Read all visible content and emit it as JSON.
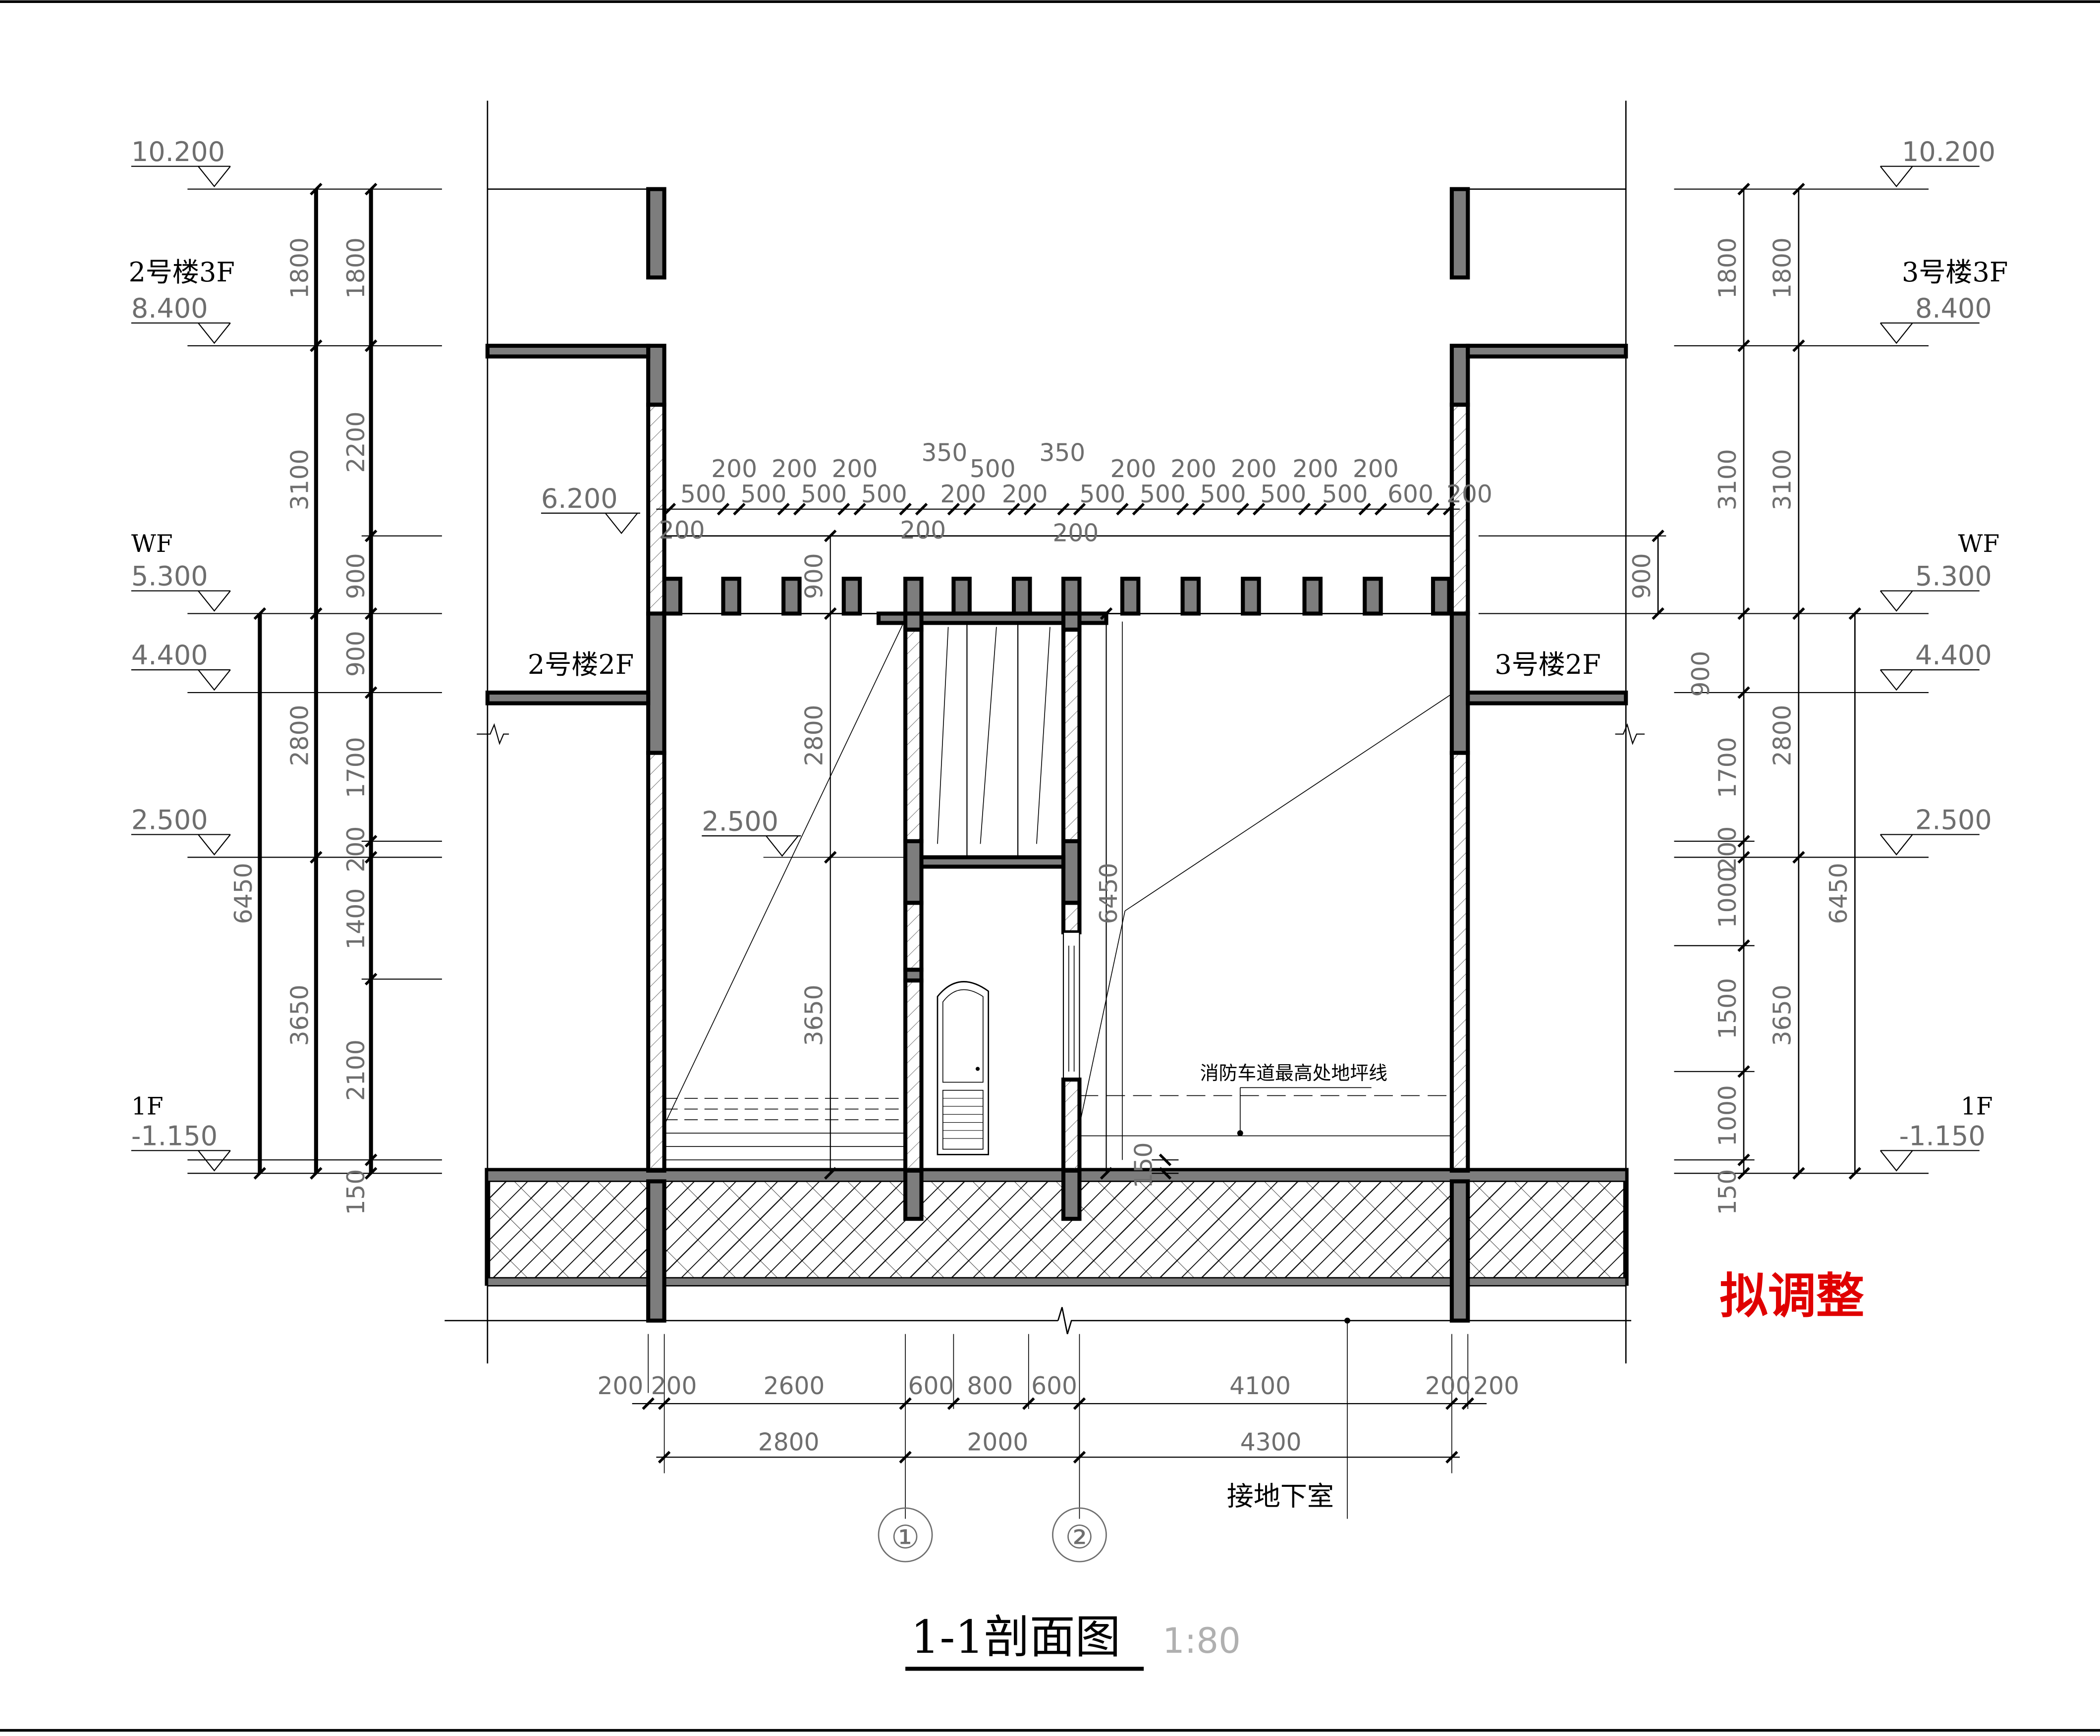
{
  "drawing_title": "1-1剖面图",
  "scale": "1:80",
  "stamp": "拟调整",
  "colors": {
    "stamp": "#e00000",
    "line": "#000000",
    "dim_text": "#6e6e6e",
    "concrete": "#7d7d7d"
  },
  "left_levels": {
    "l10200": "10.200",
    "floor3": "2号楼3F",
    "l8400": "8.400",
    "wf": "WF",
    "l5300": "5.300",
    "l4400": "4.400",
    "l2500": "2.500",
    "f1": "1F",
    "l_1150": "-1.150"
  },
  "right_levels": {
    "l10200": "10.200",
    "floor3": "3号楼3F",
    "l8400": "8.400",
    "wf": "WF",
    "l5300": "5.300",
    "l4400": "4.400",
    "l2500": "2.500",
    "f1": "1F",
    "l_1150": "-1.150"
  },
  "floor_labels": {
    "left2f": "2号楼2F",
    "right2f": "3号楼2F"
  },
  "center_levels": {
    "l6200": "6.200",
    "l2500": "2.500"
  },
  "left_dims": {
    "inner": [
      "1800",
      "2200",
      "900",
      "900",
      "1700",
      "200",
      "1400",
      "2100",
      "150"
    ],
    "mid": [
      "1800",
      "3100",
      "2800",
      "3650"
    ],
    "outer": [
      "6450"
    ]
  },
  "right_dims": {
    "inner": [
      "1800",
      "3100",
      "900",
      "1700",
      "200",
      "1000",
      "1500",
      "1000",
      "150"
    ],
    "mid": [
      "1800",
      "3100",
      "2800",
      "3650"
    ],
    "outer": [
      "6450"
    ],
    "side900": "900"
  },
  "center_dims": {
    "d900": "900",
    "d2800": "2800",
    "d3650": "3650",
    "d6450": "6450",
    "d150": "150",
    "top_row1": [
      "200",
      "200",
      "200",
      "350",
      "500",
      "350",
      "200",
      "200",
      "200",
      "200",
      "200"
    ],
    "top_row2": [
      "500",
      "500",
      "500",
      "500",
      "200",
      "200",
      "500",
      "500",
      "500",
      "500",
      "500",
      "600",
      "200"
    ],
    "top_row3": [
      "200",
      "200",
      "200"
    ]
  },
  "bottom_dims": {
    "row1": [
      "200",
      "200",
      "2600",
      "600",
      "800",
      "600",
      "4100",
      "200",
      "200"
    ],
    "row2": [
      "2800",
      "2000",
      "4300"
    ]
  },
  "notes": {
    "fire_lane": "消防车道最高处地坪线",
    "basement": "接地下室"
  },
  "axes": [
    "①",
    "②"
  ]
}
